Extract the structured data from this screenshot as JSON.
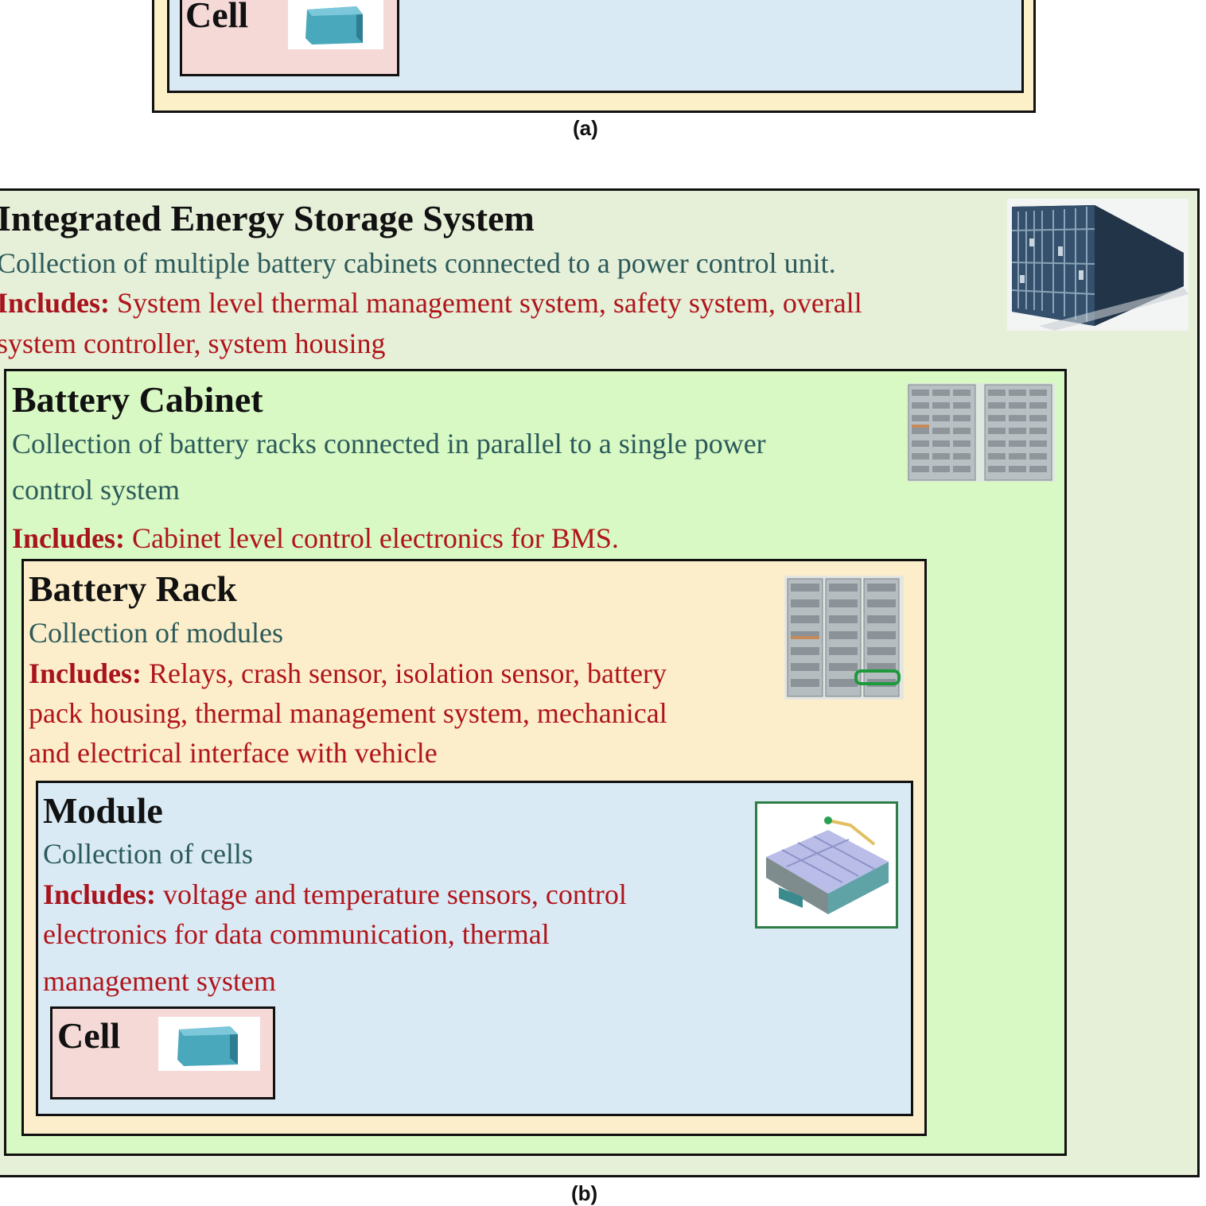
{
  "panel_a": {
    "cell_title": "Cell",
    "caption": "(a)"
  },
  "panel_b": {
    "caption": "(b)",
    "system": {
      "title": "Integrated Energy Storage System",
      "description": "Collection of multiple battery cabinets connected to a power control unit.",
      "includes_label": "Includes:",
      "includes_line1": "System level thermal management system, safety system, overall",
      "includes_line2": "system controller, system housing",
      "image_icon": "container-icon"
    },
    "cabinet": {
      "title": "Battery Cabinet",
      "description_line1": "Collection of battery racks connected in parallel to a single power",
      "description_line2": "control system",
      "includes_label": "Includes:",
      "includes_text": "Cabinet level control electronics for BMS.",
      "image_icon": "battery-racks-icon"
    },
    "rack": {
      "title": "Battery Rack",
      "description": "Collection of modules",
      "includes_label": "Includes:",
      "includes_line1": "Relays, crash sensor, isolation sensor, battery",
      "includes_line2": "pack housing, thermal management system, mechanical",
      "includes_line3": "and electrical interface with vehicle",
      "image_icon": "battery-rack-icon"
    },
    "module": {
      "title": "Module",
      "description": "Collection of cells",
      "includes_label": "Includes:",
      "includes_line1": "voltage and temperature sensors, control",
      "includes_line2": "electronics for data communication, thermal",
      "includes_line3": "management system",
      "image_icon": "battery-module-icon"
    },
    "cell": {
      "title": "Cell",
      "image_icon": "battery-cell-icon"
    }
  },
  "colors": {
    "system_bg": "#e6efd8",
    "cabinet_bg": "#d8f8c4",
    "rack_bg": "#fdeecb",
    "module_bg": "#daeaf5",
    "cell_bg": "#f4d9d7",
    "outer_a_bg": "#fcf0c8",
    "includes_text": "#b0141a",
    "description_text": "#2b5a5a"
  }
}
